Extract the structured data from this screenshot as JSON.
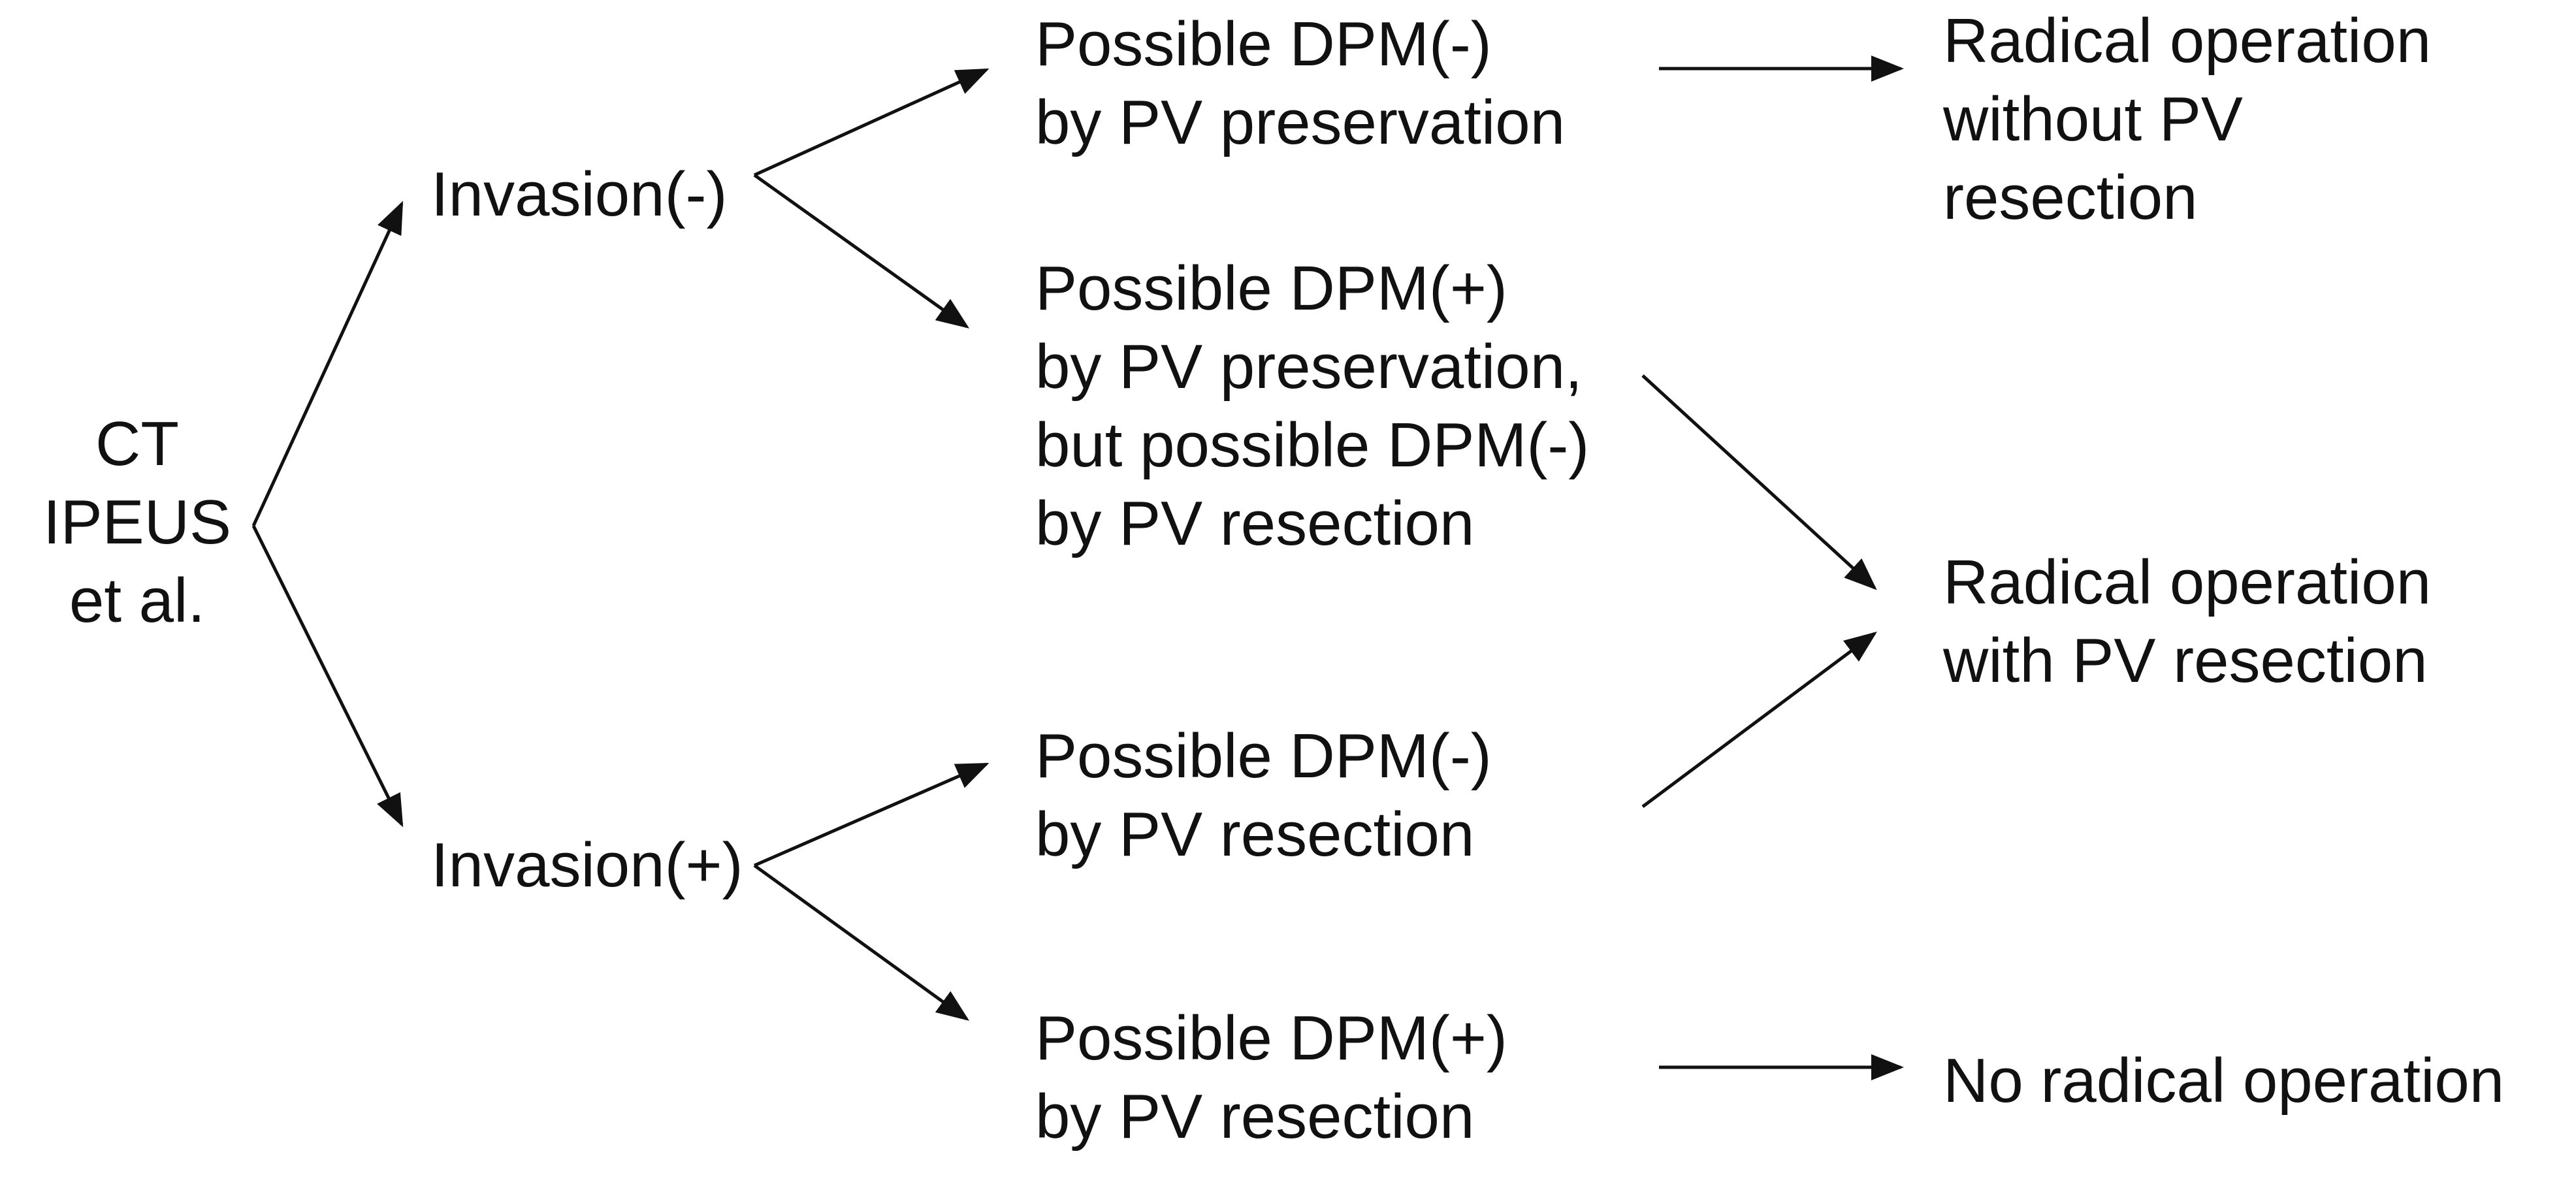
{
  "diagram": {
    "root": [
      "CT",
      "IPEUS",
      "et al."
    ],
    "invasion_neg": "Invasion(-)",
    "invasion_pos": "Invasion(+)",
    "mid": {
      "neg_dpm_neg": [
        "Possible DPM(-)",
        "by PV preservation"
      ],
      "neg_dpm_pos": [
        "Possible DPM(+)",
        "by PV preservation,",
        "but possible DPM(-)",
        "by PV resection"
      ],
      "pos_dpm_neg": [
        "Possible DPM(-)",
        "by PV resection"
      ],
      "pos_dpm_pos": [
        "Possible DPM(+)",
        "by PV resection"
      ]
    },
    "outcomes": {
      "without_pv": [
        "Radical operation",
        "without PV",
        "resection"
      ],
      "with_pv": [
        "Radical operation",
        "with PV resection"
      ],
      "none": "No radical operation"
    }
  },
  "colors": {
    "text": "#111111",
    "arrow": "#111111",
    "background": "#ffffff"
  }
}
